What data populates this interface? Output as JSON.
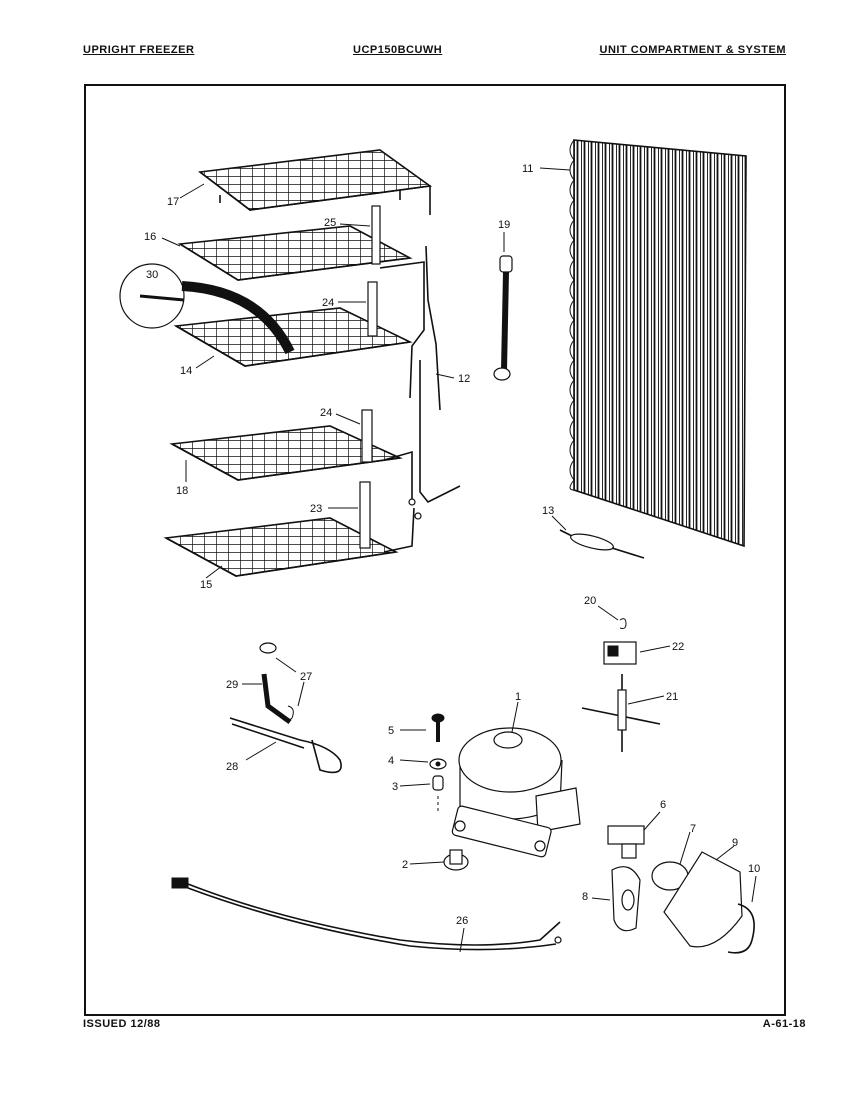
{
  "header": {
    "left": "UPRIGHT FREEZER",
    "center": "UCP150BCUWH",
    "right": "UNIT COMPARTMENT & SYSTEM"
  },
  "footer": {
    "issued": "ISSUED 12/88",
    "page_code": "A-61-18"
  },
  "callouts": {
    "c1": "1",
    "c2": "2",
    "c3": "3",
    "c4": "4",
    "c5": "5",
    "c6": "6",
    "c7": "7",
    "c8": "8",
    "c9": "9",
    "c10": "10",
    "c11": "11",
    "c12": "12",
    "c13": "13",
    "c14": "14",
    "c15": "15",
    "c16": "16",
    "c17": "17",
    "c18": "18",
    "c19": "19",
    "c20": "20",
    "c21": "21",
    "c22": "22",
    "c23": "23",
    "c24a": "24",
    "c24b": "24",
    "c25": "25",
    "c26": "26",
    "c27": "27",
    "c28": "28",
    "c29": "29",
    "c30": "30"
  }
}
